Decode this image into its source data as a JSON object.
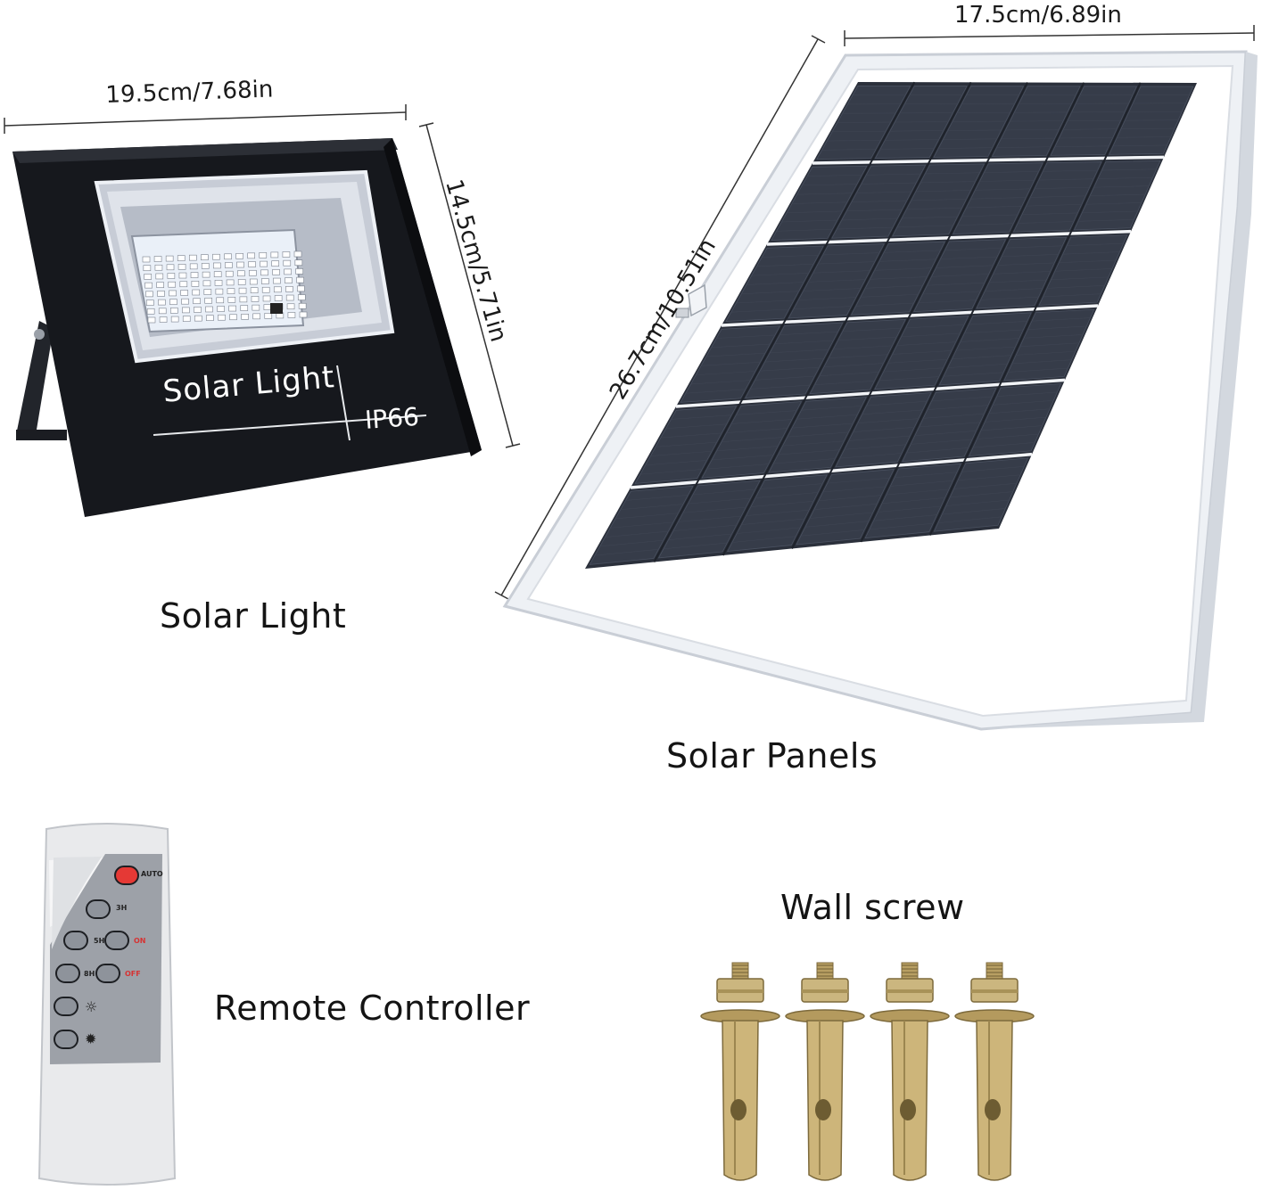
{
  "product_labels": {
    "solar_light": "Solar Light",
    "solar_panels": "Solar Panels",
    "remote_controller": "Remote Controller",
    "wall_screw": "Wall screw"
  },
  "dimensions": {
    "light_width": "19.5cm/7.68in",
    "light_height": "14.5cm/5.71in",
    "panel_width": "17.5cm/6.89in",
    "panel_height": "26.7cm/10.51in"
  },
  "light_face": {
    "brand_text": "Solar Light",
    "rating": "IP66"
  },
  "remote": {
    "buttons": [
      {
        "label": "AUTO",
        "color": "#e53935"
      },
      {
        "label": "3H"
      },
      {
        "label": "5H",
        "extra": "ON"
      },
      {
        "label": "8H",
        "extra": "OFF"
      },
      {
        "label": "",
        "icon": "sun-dim-icon"
      },
      {
        "label": "",
        "icon": "sun-bright-icon"
      }
    ]
  },
  "colors": {
    "light_body": "#16181d",
    "panel_cell": "#2a2f3a",
    "panel_frame": "#d9dde3",
    "screw_metal": "#c9b27a",
    "remote_body": "#e7e8ea",
    "accent_red": "#e53935"
  }
}
